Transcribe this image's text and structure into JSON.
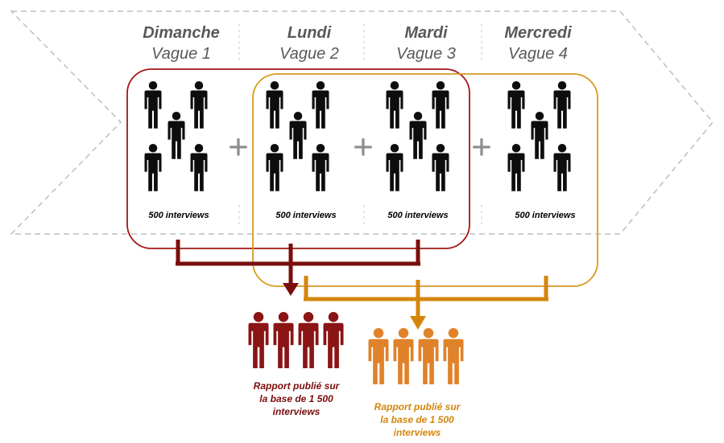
{
  "colors": {
    "report1": "#7b0d0d",
    "report2": "#d4860c",
    "person_dark": "#0d0d0d",
    "person_report1": "#8b1414",
    "person_report2": "#e0822a",
    "plus": "#8c8c8c",
    "band": "#bfbfbf",
    "day_text": "#595959"
  },
  "days": [
    {
      "name": "Dimanche",
      "wave": "Vague 1",
      "count": "500 interviews"
    },
    {
      "name": "Lundi",
      "wave": "Vague 2",
      "count": "500 interviews"
    },
    {
      "name": "Mardi",
      "wave": "Vague 3",
      "count": "500 interviews"
    },
    {
      "name": "Mercredi",
      "wave": "Vague 4",
      "count": "500 interviews"
    }
  ],
  "plus_symbol": "+",
  "reports": [
    {
      "line1": "Rapport publié sur",
      "line2": "la base de 1 500",
      "line3": "interviews"
    },
    {
      "line1": "Rapport publié sur",
      "line2": "la base de 1 500",
      "line3": "interviews"
    }
  ],
  "icons": {
    "person": "person-icon",
    "arrow": "arrow-down-icon"
  }
}
